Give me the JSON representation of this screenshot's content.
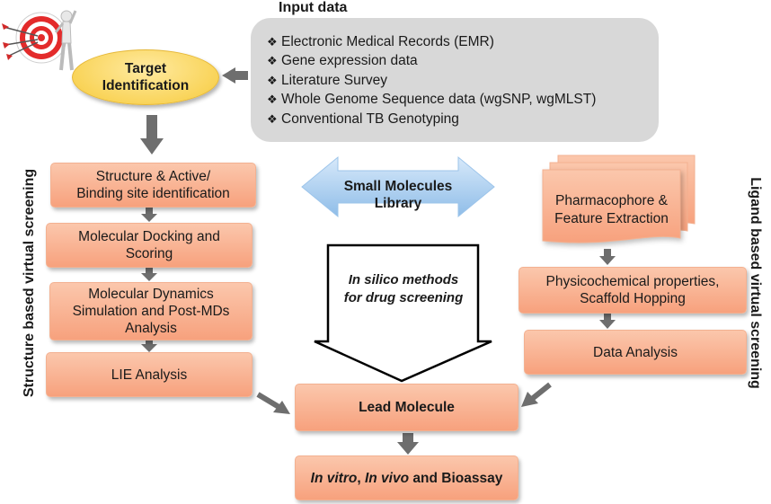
{
  "input": {
    "title": "Input data",
    "items": [
      "Electronic Medical Records (EMR)",
      "Gene expression data",
      "Literature Survey",
      "Whole Genome Sequence data (wgSNP, wgMLST)",
      "Conventional TB Genotyping"
    ],
    "bullet": "❖"
  },
  "target": {
    "line1": "Target",
    "line2": "Identification"
  },
  "structure": {
    "side_label": "Structure based virtual screening",
    "steps": [
      {
        "line1": "Structure & Active/",
        "line2": "Binding site identification"
      },
      {
        "line1": "Molecular Docking and",
        "line2": "Scoring"
      },
      {
        "line1": "Molecular Dynamics",
        "line2": "Simulation and Post-MDs",
        "line3": "Analysis"
      },
      {
        "line1": "LIE Analysis"
      }
    ]
  },
  "ligand": {
    "side_label": "Ligand based virtual screening",
    "steps": [
      {
        "line1": "Pharmacophore &",
        "line2": "Feature Extraction"
      },
      {
        "line1": "Physicochemical properties,",
        "line2": "Scaffold Hopping"
      },
      {
        "line1": "Data Analysis"
      }
    ]
  },
  "library": {
    "line1": "Small Molecules",
    "line2": "Library"
  },
  "silico": {
    "line1": "In silico methods",
    "line2": "for drug screening"
  },
  "lead": {
    "label": "Lead Molecule"
  },
  "final": {
    "part1": "In vitro",
    "sep": ", ",
    "part2": "In vivo",
    "part3": " and Bioassay"
  },
  "colors": {
    "box_fill": "#f7a17d",
    "arrow_gray": "#6e6e6e",
    "library_arrow": "#a8cdf0",
    "ellipse_fill": "#f9d45a",
    "input_bg": "#d8d8d8"
  }
}
